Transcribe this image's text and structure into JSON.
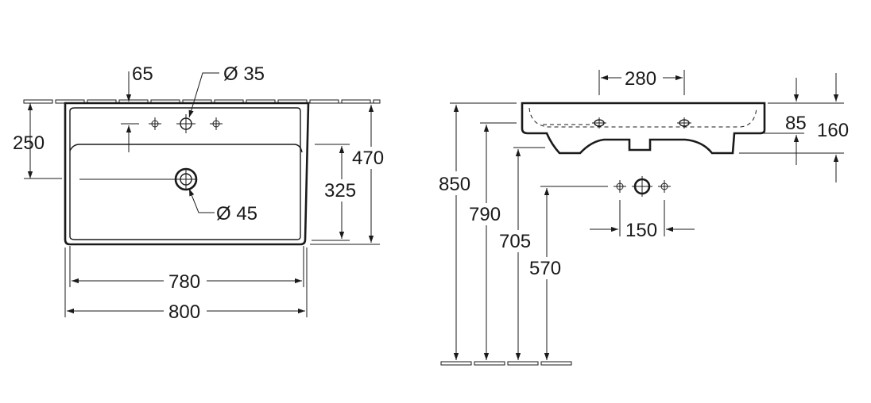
{
  "top_view": {
    "dim_overall_width": "800",
    "dim_inner_width": "780",
    "dim_overall_depth": "470",
    "dim_basin_depth": "325",
    "dim_tap_depth": "250",
    "dim_tap_offset": "65",
    "dim_tap_hole": "Ø 35",
    "dim_drain_hole": "Ø 45"
  },
  "side_view": {
    "dim_hole_spacing_top": "280",
    "dim_rim_height": "85",
    "dim_total_height": "160",
    "dim_850": "850",
    "dim_790": "790",
    "dim_705": "705",
    "dim_570": "570",
    "dim_hole_spacing_wall": "150"
  },
  "colors": {
    "line": "#1a1a1a",
    "background": "#ffffff"
  }
}
